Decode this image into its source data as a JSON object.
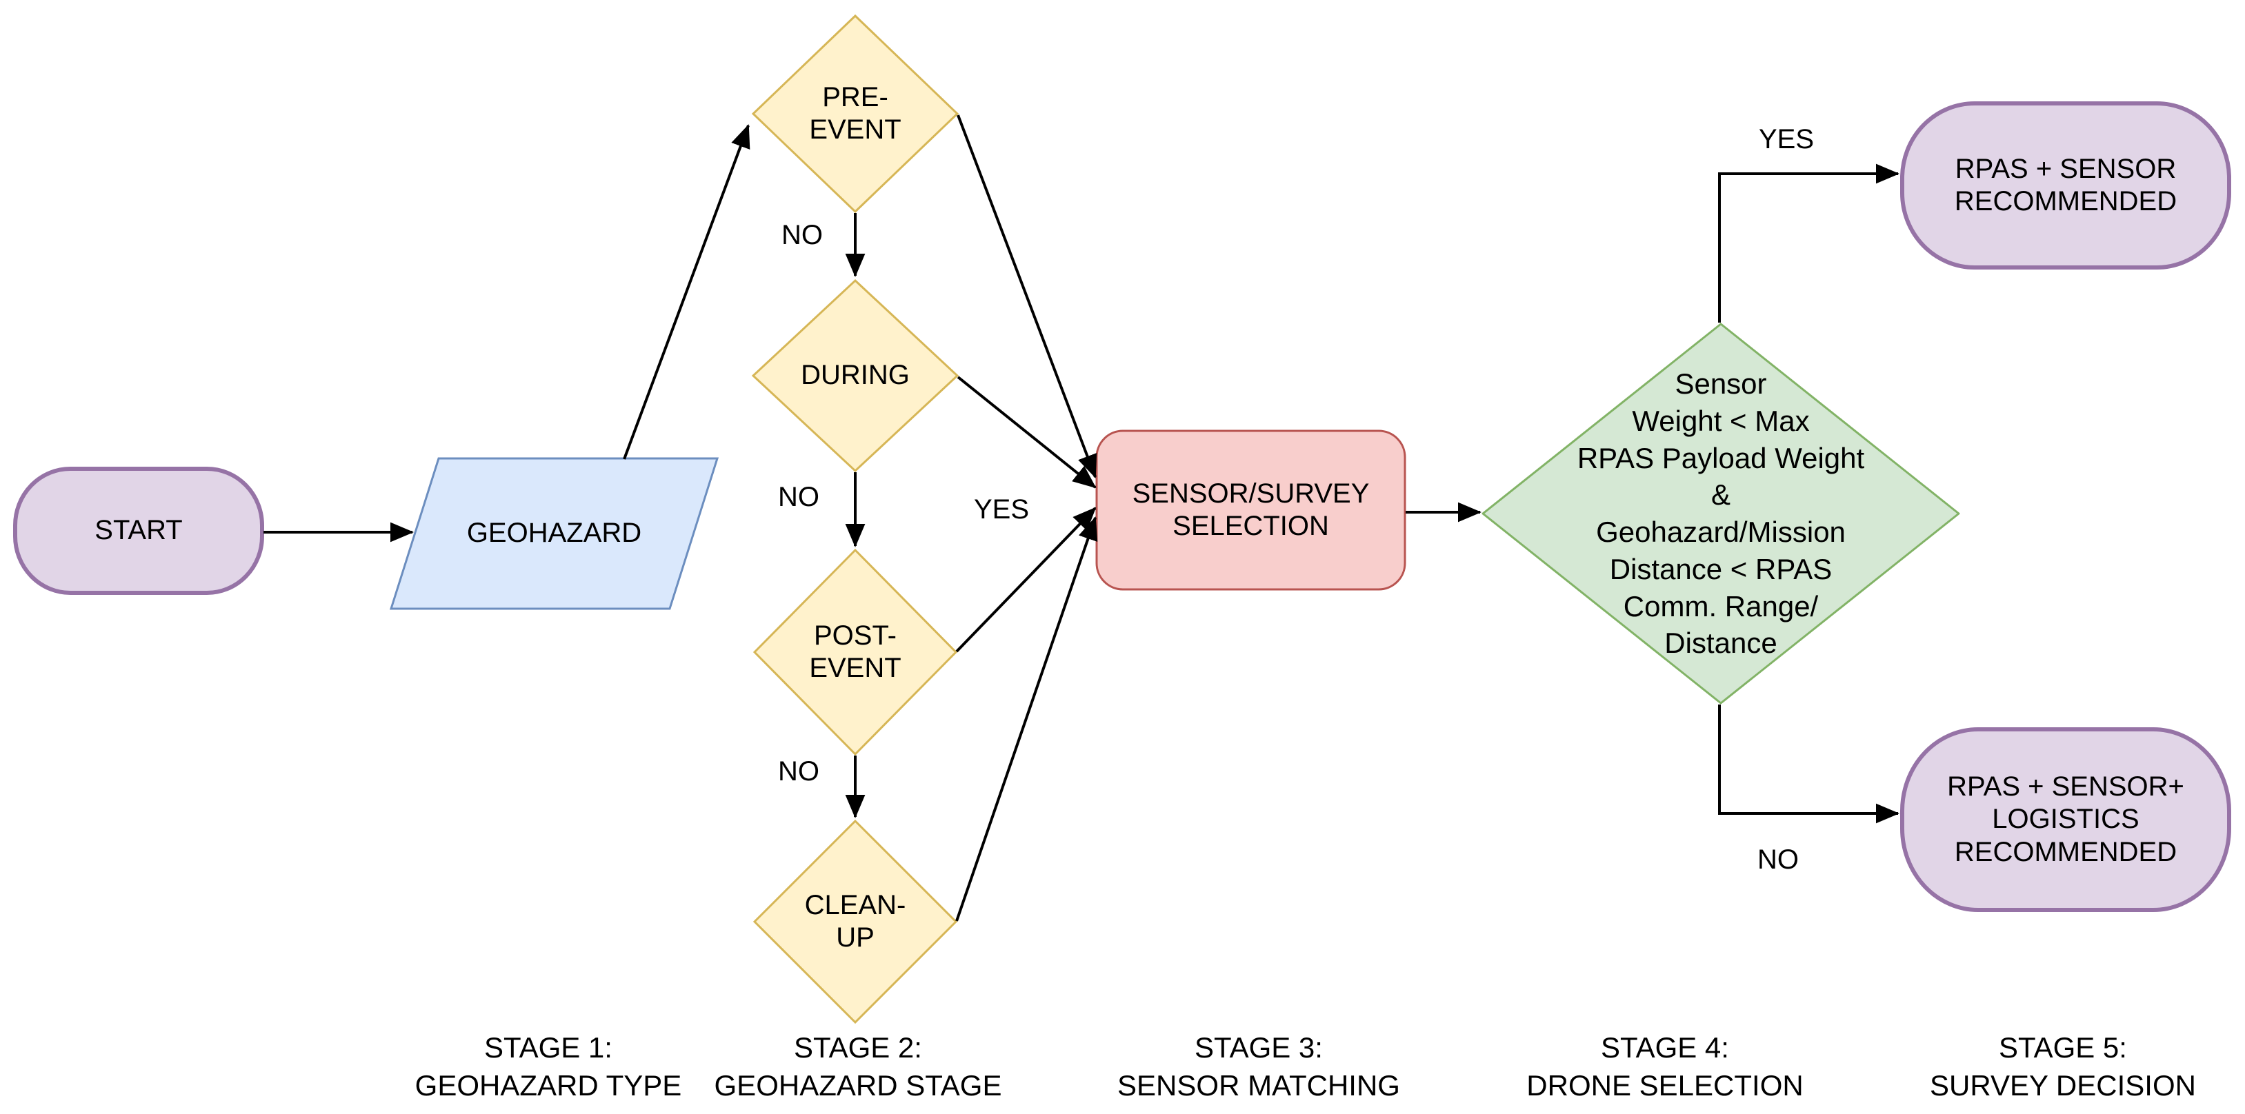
{
  "colors": {
    "background": "#ffffff",
    "line": "#000000",
    "text": "#000000",
    "purple_fill": "#e1d5e7",
    "purple_stroke": "#9673a6",
    "blue_fill": "#dae8fc",
    "blue_stroke": "#6c8ebf",
    "yellow_fill": "#fff2cc",
    "yellow_stroke": "#d6b656",
    "red_fill": "#f8cecc",
    "red_stroke": "#b85450",
    "green_fill": "#d5e8d4",
    "green_stroke": "#82b366"
  },
  "nodes": {
    "start": {
      "label": "START",
      "shape": "terminator"
    },
    "geohazard": {
      "label": "GEOHAZARD",
      "shape": "parallelogram"
    },
    "pre_event": {
      "label": "PRE-\nEVENT",
      "shape": "decision"
    },
    "during": {
      "label": "DURING",
      "shape": "decision"
    },
    "post_event": {
      "label": "POST-\nEVENT",
      "shape": "decision"
    },
    "clean_up": {
      "label": "CLEAN-\nUP",
      "shape": "decision"
    },
    "sensor_survey": {
      "label": "SENSOR/SURVEY\nSELECTION",
      "shape": "process"
    },
    "payload_check": {
      "label": "Sensor\nWeight < Max\nRPAS Payload Weight\n&\nGeohazard/Mission\nDistance < RPAS\nComm. Range/\nDistance",
      "shape": "decision"
    },
    "rpas_sensor": {
      "label": "RPAS + SENSOR\nRECOMMENDED",
      "shape": "terminator"
    },
    "rpas_sensor_logistics": {
      "label": "RPAS + SENSOR+\nLOGISTICS\nRECOMMENDED",
      "shape": "terminator"
    }
  },
  "edge_labels": {
    "no_pre_to_during": "NO",
    "no_during_to_post": "NO",
    "no_post_to_clean": "NO",
    "yes_to_sensor_selection": "YES",
    "yes_to_rpas_sensor": "YES",
    "no_to_logistics": "NO"
  },
  "stages": [
    {
      "label": "STAGE 1:\nGEOHAZARD TYPE"
    },
    {
      "label": "STAGE 2:\nGEOHAZARD STAGE"
    },
    {
      "label": "STAGE 3:\nSENSOR MATCHING"
    },
    {
      "label": "STAGE 4:\nDRONE SELECTION"
    },
    {
      "label": "STAGE 5:\nSURVEY DECISION"
    }
  ]
}
